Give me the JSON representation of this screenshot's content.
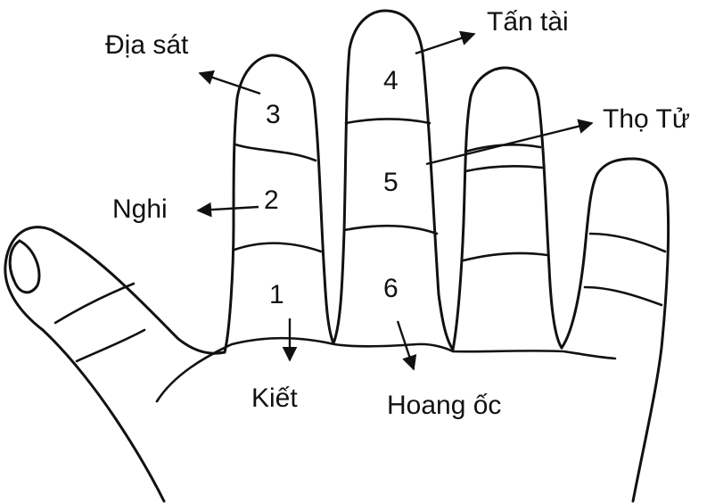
{
  "colors": {
    "ink": "#111111",
    "background": "#ffffff"
  },
  "numbers": {
    "n1": "1",
    "n2": "2",
    "n3": "3",
    "n4": "4",
    "n5": "5",
    "n6": "6"
  },
  "labels": {
    "dia_sat": "Địa sát",
    "tan_tai": "Tấn tài",
    "tho_tu": "Thọ Tử",
    "nghi": "Nghi",
    "kiet": "Kiết",
    "hoang_oc": "Hoang ốc"
  }
}
